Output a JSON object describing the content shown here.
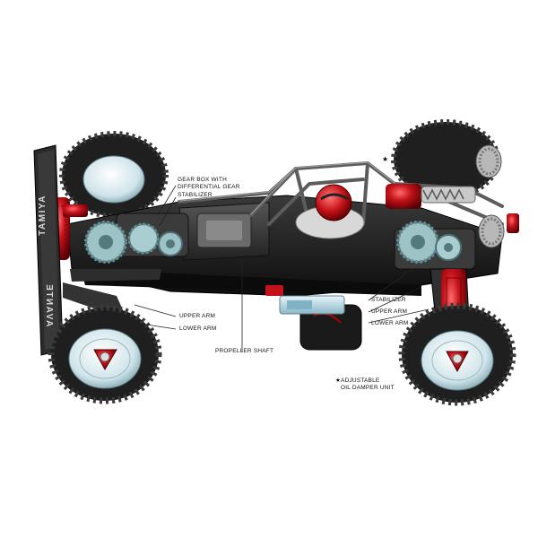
{
  "callouts": {
    "gearbox_line1": "GEAR BOX WITH",
    "gearbox_line2": "DIFFERENTIAL GEAR",
    "stabilizer_front": "STABILIZER",
    "upper_arm_front": "UPPER ARM",
    "lower_arm_front": "LOWER ARM",
    "propeller_shaft": "PROPELLER SHAFT",
    "stabilizer_rear": "STABILIZER",
    "upper_arm_rear": "UPPER ARM",
    "lower_arm_rear": "LOWER ARM",
    "damper_line1": "★ADJUSTABLE",
    "damper_line2": "OIL DAMPER UNIT",
    "star_marker": "★"
  },
  "wing": {
    "model_text": "AVANTE",
    "brand_text": "TAMIYA"
  },
  "colors": {
    "tire": "#2a2a2a",
    "wheel_rim": "#cfe4ea",
    "suspension_red": "#c4121a",
    "chassis": "#1e1e1e",
    "frame": "#6b6b6b",
    "gear": "#9ec3c7",
    "motor_blue": "#b9dbe6"
  }
}
